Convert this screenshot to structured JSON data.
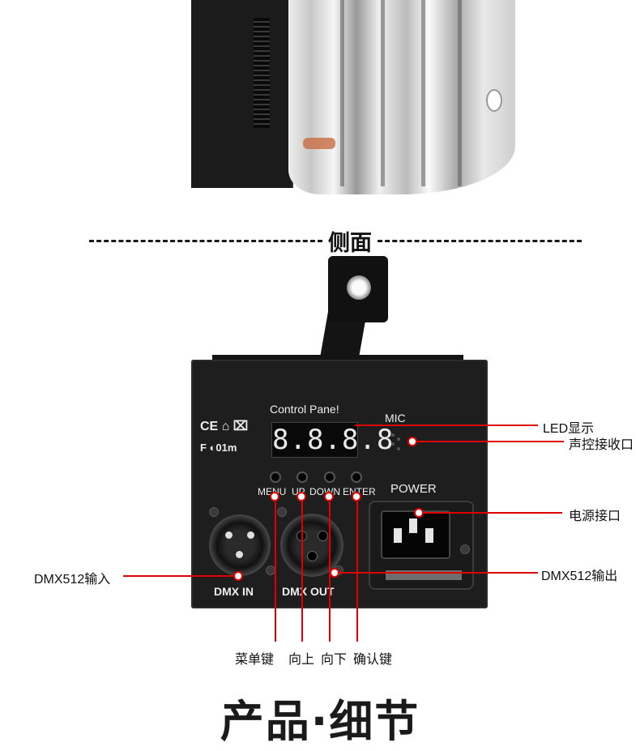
{
  "heading": {
    "side_label": "侧面"
  },
  "panel": {
    "title": "Control Pane!",
    "mic": "MIC",
    "led_value": "8.8.8.8",
    "power": "POWER",
    "btn_labels": [
      "MENU",
      "UP",
      "DOWN",
      "ENTER"
    ],
    "dmx_in": "DMX IN",
    "dmx_out": "DMX OUT",
    "cert_marks": "CE ⌂ ⌧",
    "cert_marks2": "F ◐01m"
  },
  "callouts": {
    "led": "LED显示",
    "mic": "声控接收口",
    "power": "电源接口",
    "dmx_out": "DMX512输出",
    "dmx_in": "DMX512输入",
    "menu": "菜单键",
    "up": "向上",
    "down": "向下",
    "enter": "确认键"
  },
  "footer": {
    "title": "产品·细节"
  },
  "colors": {
    "callout_line": "#e00000",
    "panel": "#1e1e1e"
  }
}
